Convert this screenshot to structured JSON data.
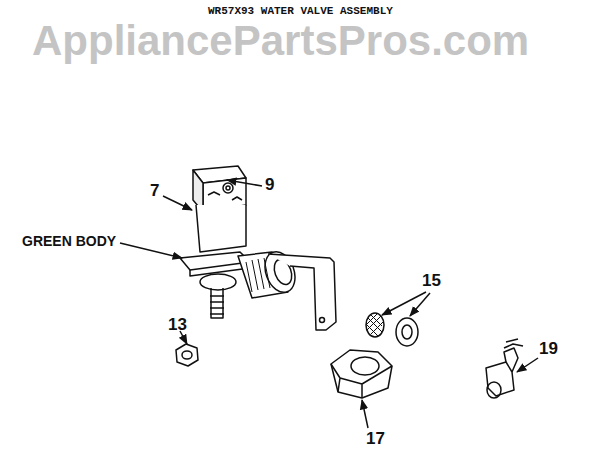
{
  "diagram": {
    "title": "WR57X93 WATER VALVE ASSEMBLY",
    "labels": [
      "AppliancePartsPros.com",
      "7",
      "9",
      "GREEN BODY",
      "15",
      "13",
      "19",
      "17"
    ]
  }
}
